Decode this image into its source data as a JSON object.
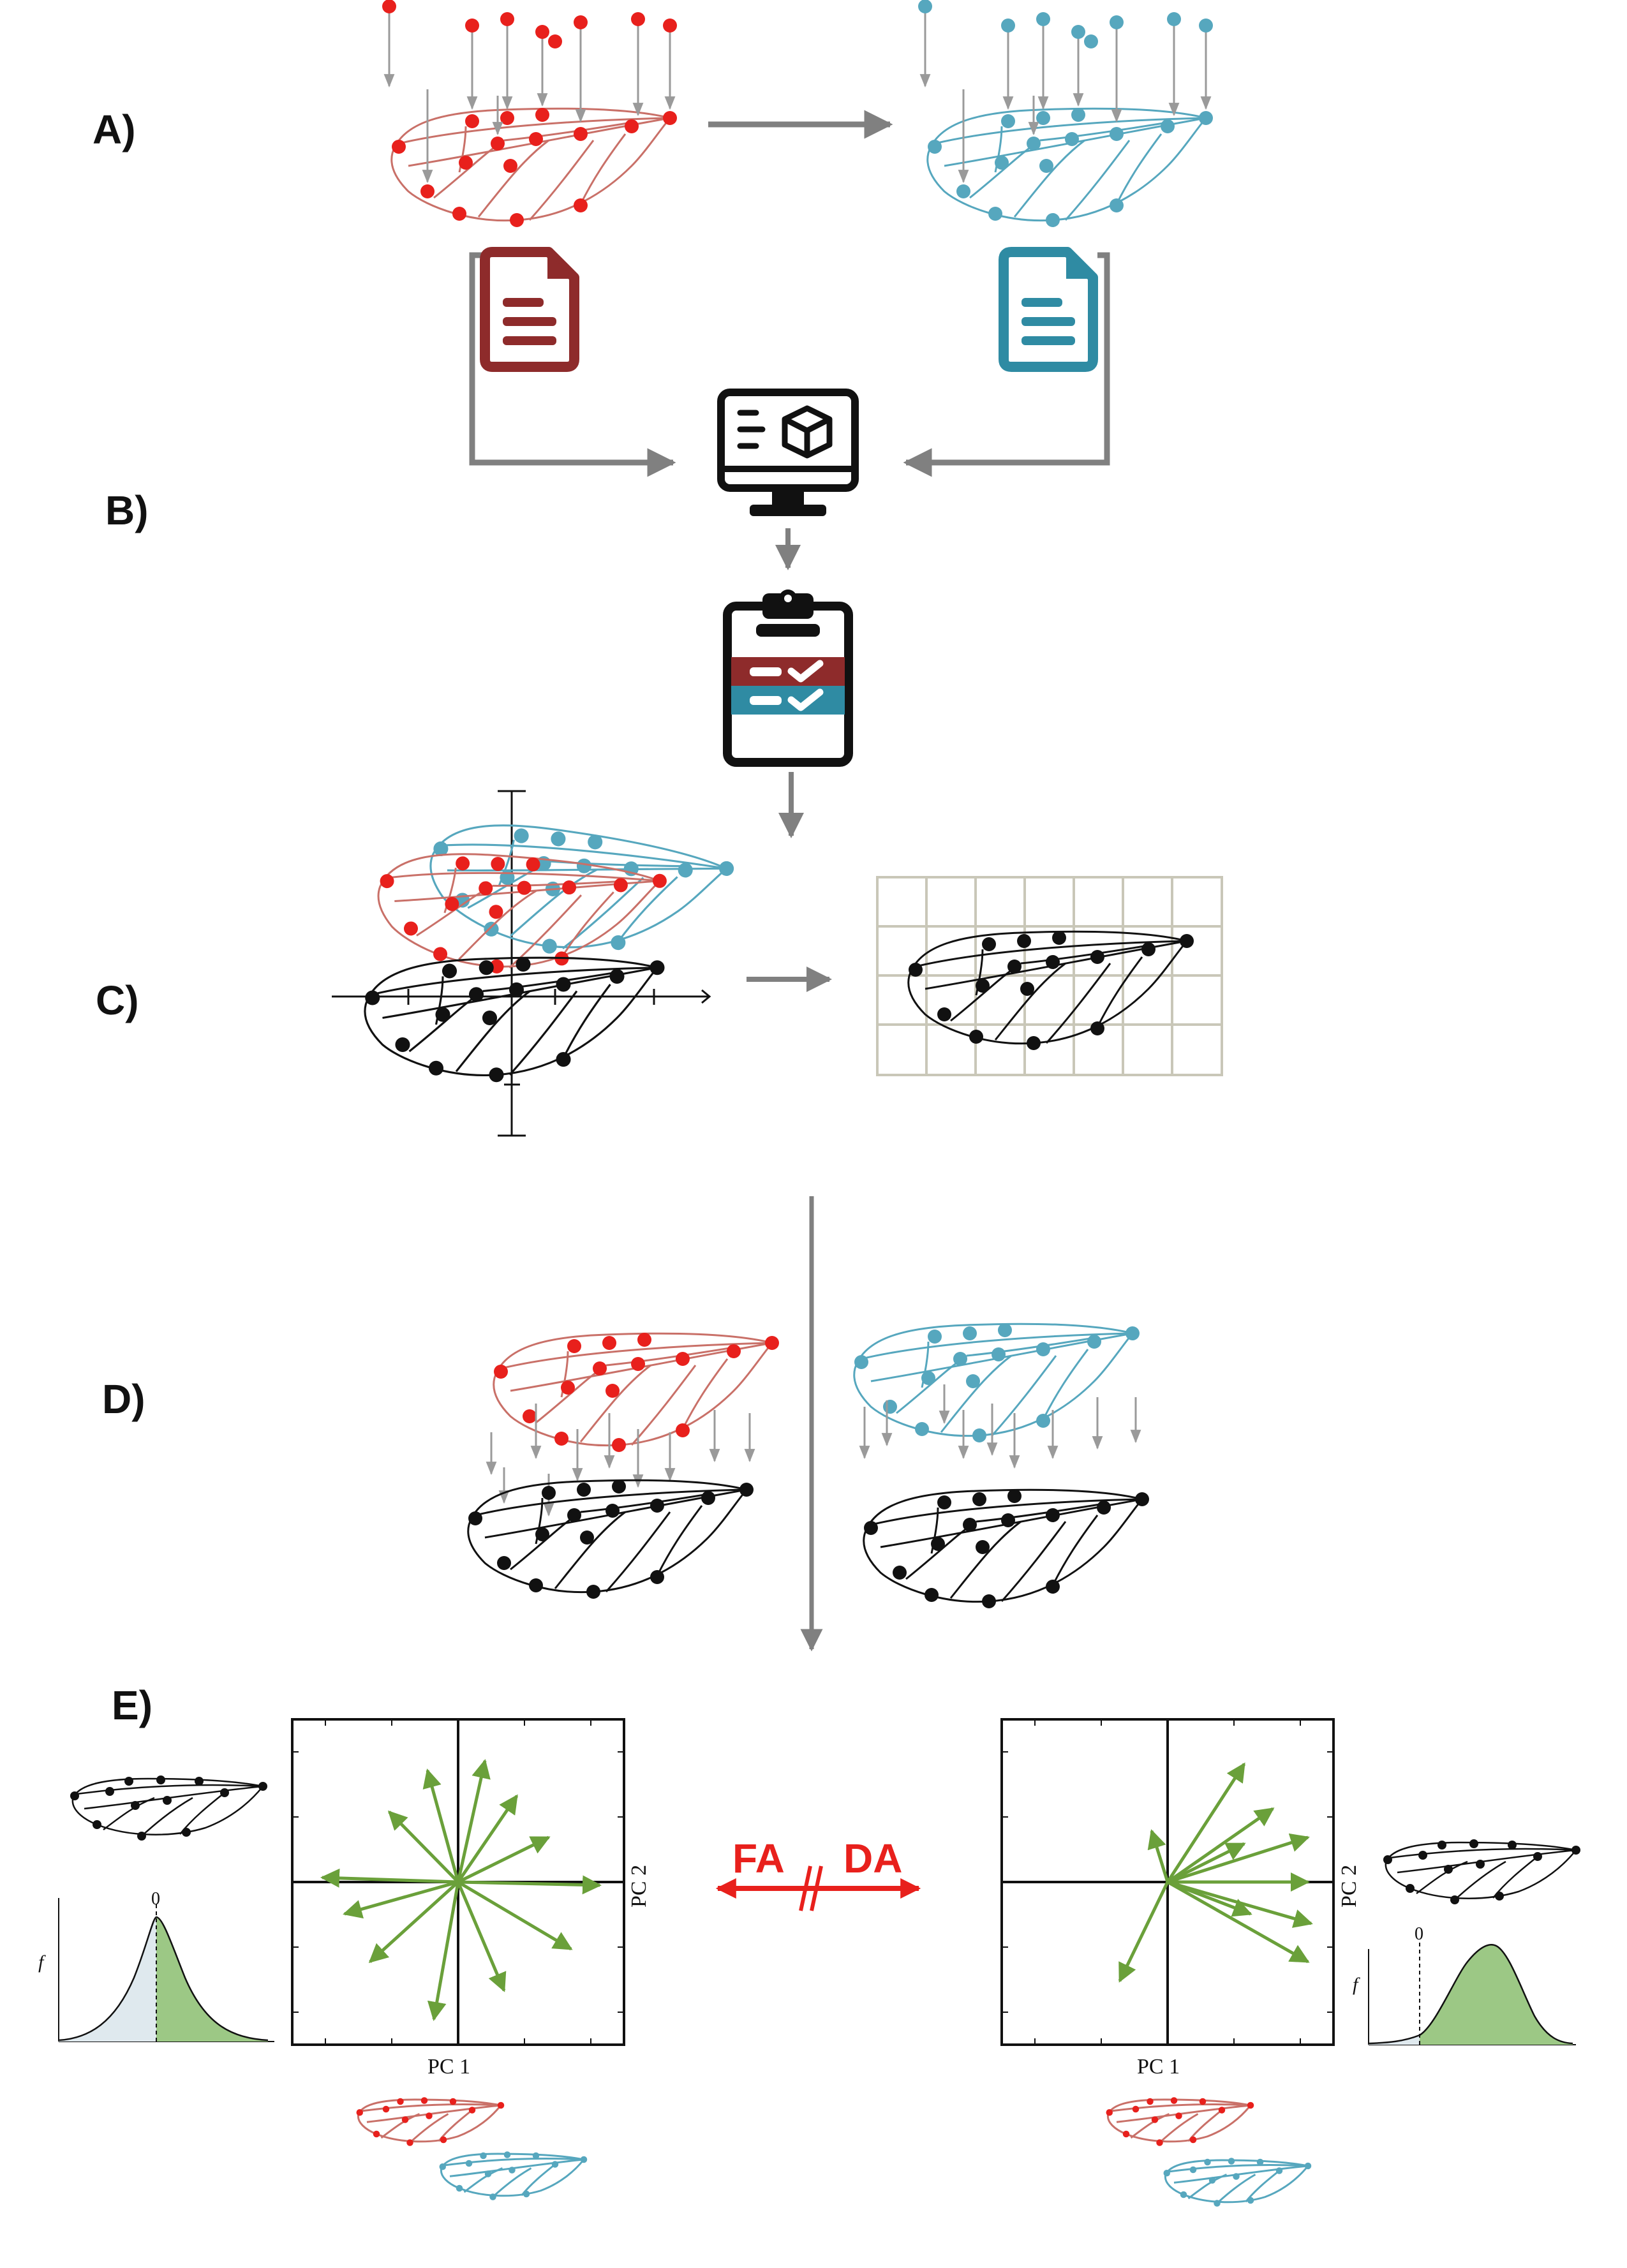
{
  "steps": {
    "a": "A)",
    "b": "B)",
    "c": "C)",
    "d": "D)",
    "e": "E)"
  },
  "pca_plots": {
    "left": {
      "xlabel": "PC 1",
      "ylabel": "PC 2"
    },
    "right": {
      "xlabel": "PC 1",
      "ylabel": "PC 2"
    }
  },
  "comparison": {
    "left": "FA",
    "right": "DA",
    "separator": "//"
  },
  "distribution": {
    "y_symbol": "f",
    "zero_label": "0"
  },
  "icons": {
    "document_red": "document-icon",
    "document_blue": "document-icon",
    "computer": "computer-3d-icon",
    "clipboard": "clipboard-checklist-icon"
  },
  "colors": {
    "red_wing": "#e8201c",
    "red_vein": "#c97068",
    "blue_wing": "#56a7be",
    "black_wing": "#111111",
    "arrow_gray": "#808080",
    "vector_green": "#6aa03a",
    "doc_red": "#8e2b2b",
    "doc_blue": "#2f8ba3",
    "grid": "#c9c7b8",
    "dist_fill_light": "#dfe9ee",
    "dist_fill_green": "#9cc885"
  }
}
